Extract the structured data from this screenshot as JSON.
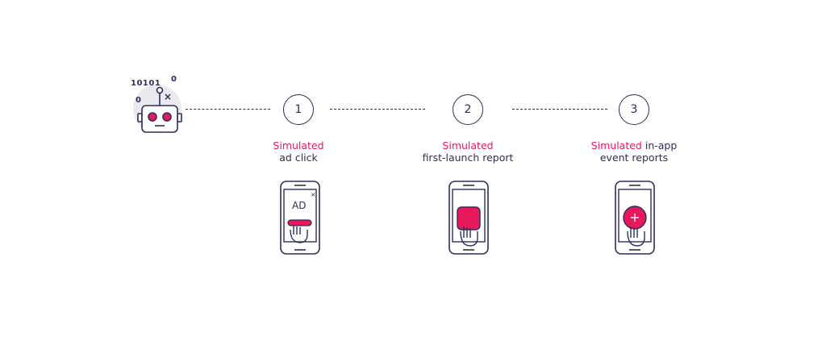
{
  "bot": {
    "digits_top": "10101",
    "digit_right": "0",
    "digit_left": "0",
    "close_mark": "×"
  },
  "steps": [
    {
      "number": "1",
      "caption_highlight": "Simulated",
      "caption_rest": "ad click",
      "phone_label": "AD"
    },
    {
      "number": "2",
      "caption_highlight": "Simulated",
      "caption_rest": "first-launch report"
    },
    {
      "number": "3",
      "caption_highlight": "Simulated",
      "caption_inline": " in-app",
      "caption_rest": "event reports"
    }
  ],
  "colors": {
    "navy": "#2b2f5c",
    "accent": "#e8195a",
    "bot_bg": "#e9e9ef"
  }
}
